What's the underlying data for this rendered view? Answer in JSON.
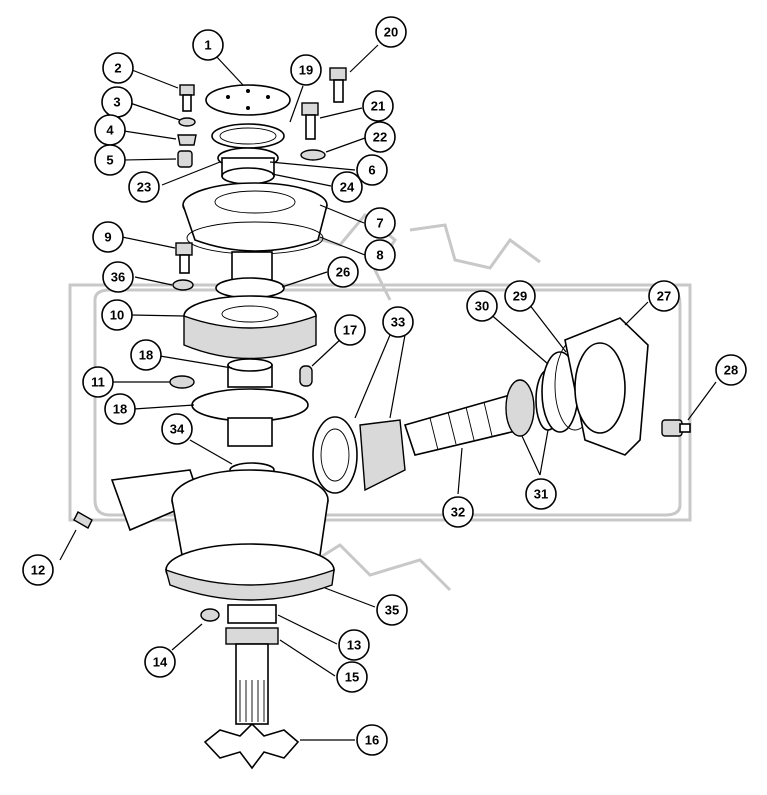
{
  "colors": {
    "ink": "#000000",
    "paper": "#ffffff",
    "watermark": "#c8c8c8"
  },
  "watermark": {
    "kind": "gear-logo"
  },
  "callouts": [
    {
      "label": "1"
    },
    {
      "label": "2"
    },
    {
      "label": "3"
    },
    {
      "label": "4"
    },
    {
      "label": "5"
    },
    {
      "label": "6"
    },
    {
      "label": "7"
    },
    {
      "label": "8"
    },
    {
      "label": "9"
    },
    {
      "label": "10"
    },
    {
      "label": "11"
    },
    {
      "label": "12"
    },
    {
      "label": "13"
    },
    {
      "label": "14"
    },
    {
      "label": "15"
    },
    {
      "label": "16"
    },
    {
      "label": "17"
    },
    {
      "label": "18"
    },
    {
      "label": "18"
    },
    {
      "label": "19"
    },
    {
      "label": "20"
    },
    {
      "label": "21"
    },
    {
      "label": "22"
    },
    {
      "label": "23"
    },
    {
      "label": "24"
    },
    {
      "label": "26"
    },
    {
      "label": "27"
    },
    {
      "label": "28"
    },
    {
      "label": "29"
    },
    {
      "label": "30"
    },
    {
      "label": "31"
    },
    {
      "label": "32"
    },
    {
      "label": "33"
    },
    {
      "label": "34"
    },
    {
      "label": "35"
    },
    {
      "label": "36"
    }
  ]
}
